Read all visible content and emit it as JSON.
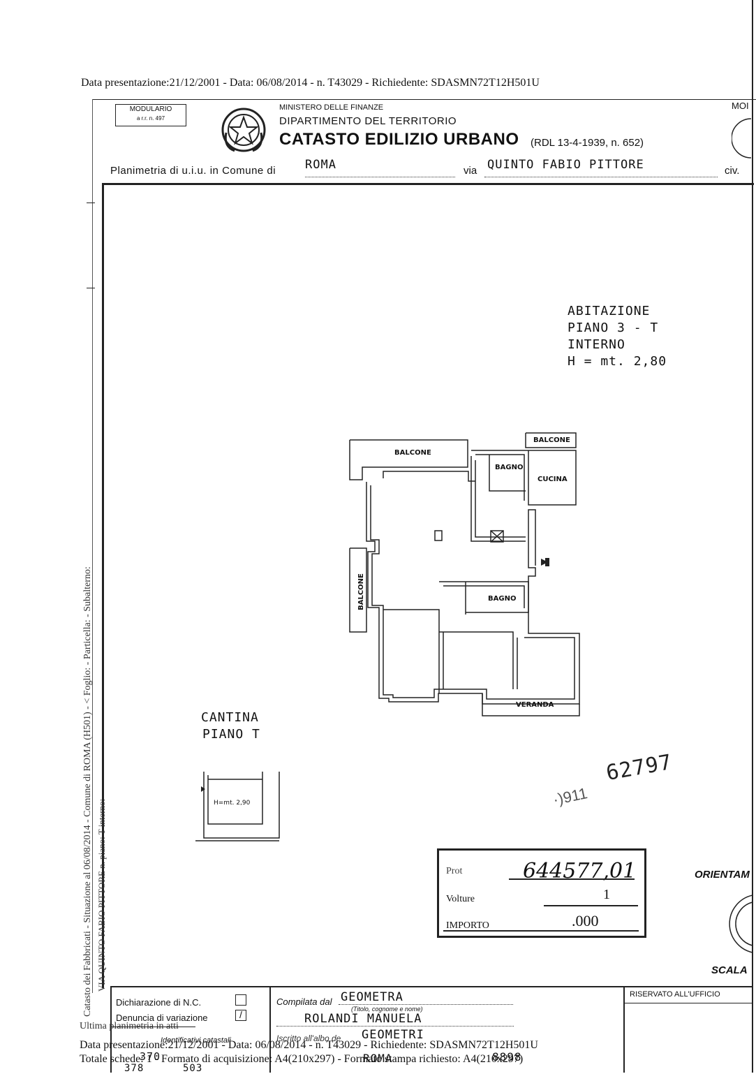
{
  "header": {
    "top_line": "Data presentazione:21/12/2001 - Data: 06/08/2014 - n. T43029 - Richiedente: SDASMN72T12H501U",
    "modulario": "MODULARIO",
    "modulario_ref": "a r.r. n. 497",
    "ministry": "MINISTERO DELLE FINANZE",
    "department": "DIPARTIMENTO DEL TERRITORIO",
    "catasto": "CATASTO EDILIZIO URBANO",
    "catasto_ref": "(RDL 13-4-1939, n. 652)",
    "mod_corner": "MOI",
    "planimetria_label": "Planimetria di u.i.u. in Comune di",
    "comune": "ROMA",
    "via_label": "via",
    "via": "QUINTO FABIO PITTORE",
    "civ_label": "civ."
  },
  "plan": {
    "abitazione": "ABITAZIONE",
    "piano": "PIANO 3 - T",
    "interno": "INTERNO",
    "altezza": "H = mt. 2,80",
    "rooms": {
      "balcone_top": "BALCONE",
      "balcone_right": "BALCONE",
      "bagno_top": "BAGNO",
      "cucina": "CUCINA",
      "balcone_left": "BALCONE",
      "bagno_mid": "BAGNO",
      "veranda": "VERANDA"
    },
    "cantina": "CANTINA",
    "cantina_piano": "PIANO T",
    "cantina_h": "H=mt. 2,90",
    "stamp_number": "62797"
  },
  "stamp_box": {
    "prot_label": "Prot",
    "prot_value": "644577,01",
    "volture_label": "Volture",
    "volture_value": "1",
    "importo_label": "IMPORTO",
    "importo_value": ".000"
  },
  "side": {
    "orientamento": "ORIENTAM",
    "scala": "SCALA"
  },
  "left_margin": {
    "vertical_text": "Catasto dei Fabbricati - Situazione al 06/08/2014 - Comune di ROMA (H501) - < Foglio:    - Particella:    - Subalterno:",
    "vertical_text2": "VIA QUINTO FABIO PITTORE n.    piano: T  interno:"
  },
  "footer": {
    "dichiarazione": "Dichiarazione di N.C.",
    "denuncia": "Denuncia di variazione",
    "compilata_label": "Compilata dal",
    "compilata_value": "GEOMETRA",
    "titolo_note": "(Titolo, cognome e nome)",
    "name": "ROLANDI MANUELA",
    "iscritto_label": "Iscritto all'albo de",
    "albo": "GEOMETRI",
    "provincia": "ROMA",
    "numero": "8898",
    "riservato": "RISERVATO ALL'UFFICIO",
    "identificativi": "Identificativi catastali",
    "ultima": "Ultima planimetria in atti",
    "bottom_line1": "Data presentazione:21/12/2001 - Data: 06/08/2014 - n. T43029 - Richiedente: SDASMN72T12H501U",
    "bottom_line2": "Totale schede: 1 - Formato di acquisizione: A4(210x297) - Formato stampa richiesto: A4(210x297)",
    "foglio_val": "370",
    "part_val": "378",
    "sub_val": "503"
  }
}
